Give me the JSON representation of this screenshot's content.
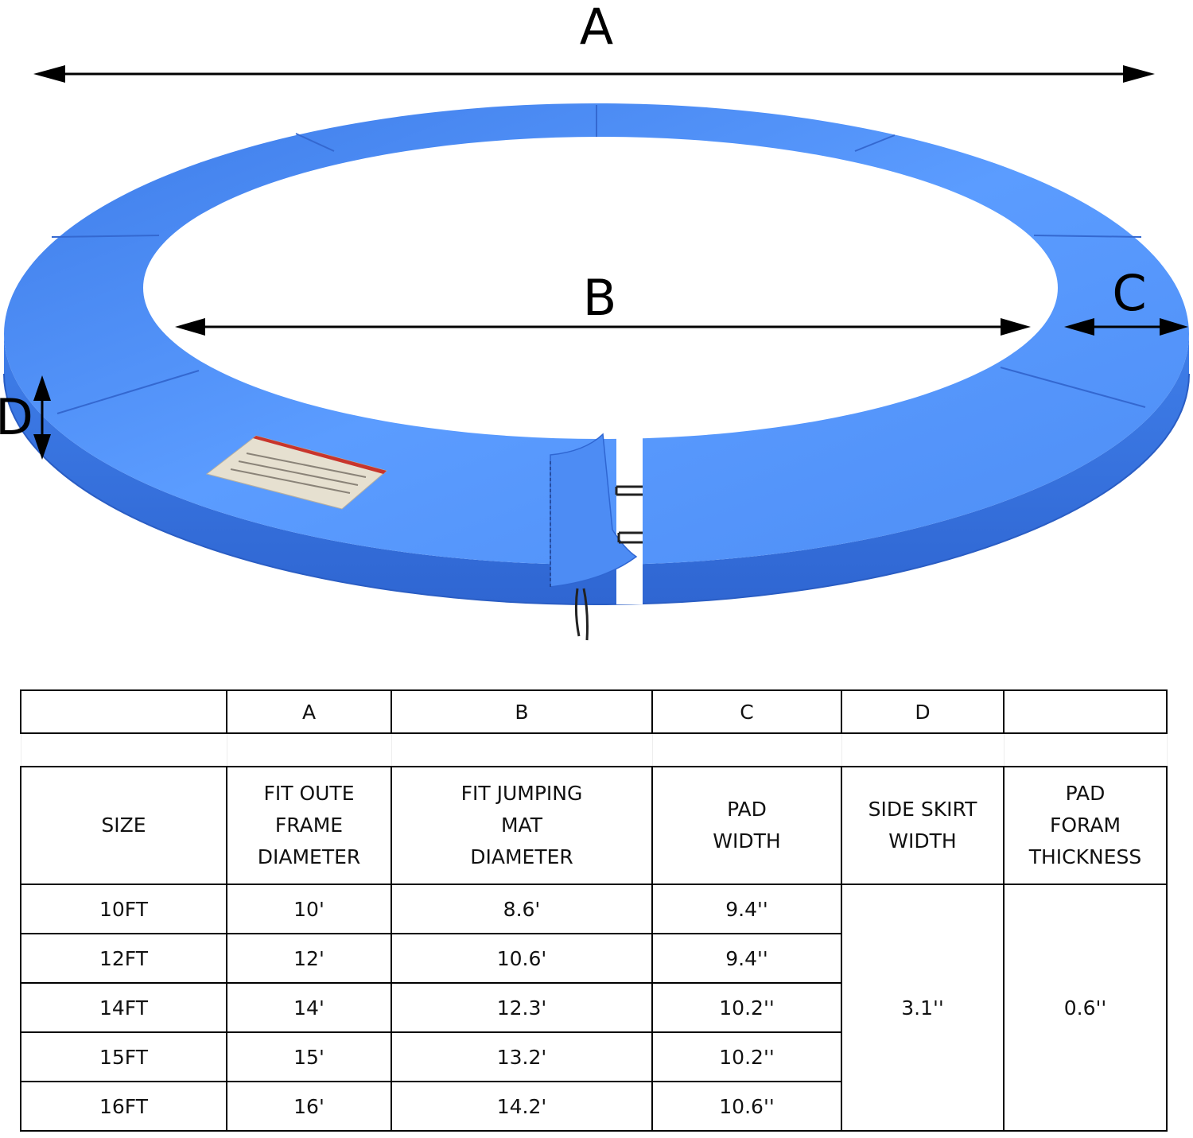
{
  "figure": {
    "labels": {
      "A": "A",
      "B": "B",
      "C": "C",
      "D": "D"
    },
    "colors": {
      "pad_blue": "#4f8ff7",
      "pad_side": "#3b74e0",
      "background": "#ffffff"
    }
  },
  "table": {
    "letter_row": [
      "",
      "A",
      "B",
      "C",
      "D",
      ""
    ],
    "headers": [
      [
        "SIZE"
      ],
      [
        "FIT OUTE",
        "FRAME",
        "DIAMETER"
      ],
      [
        "FIT JUMPING",
        "MAT",
        "DIAMETER"
      ],
      [
        "PAD",
        "WIDTH"
      ],
      [
        "SIDE SKIRT",
        "WIDTH"
      ],
      [
        "PAD",
        "FORAM",
        "THICKNESS"
      ]
    ],
    "rows": [
      {
        "size": "10FT",
        "a": "10'",
        "b": "8.6'",
        "c": "9.4''"
      },
      {
        "size": "12FT",
        "a": "12'",
        "b": "10.6'",
        "c": "9.4''"
      },
      {
        "size": "14FT",
        "a": "14'",
        "b": "12.3'",
        "c": "10.2''"
      },
      {
        "size": "15FT",
        "a": "15'",
        "b": "13.2'",
        "c": "10.2''"
      },
      {
        "size": "16FT",
        "a": "16'",
        "b": "14.2'",
        "c": "10.6''"
      }
    ],
    "shared": {
      "side_skirt_width": "3.1''",
      "pad_foam_thickness": "0.6''"
    }
  }
}
